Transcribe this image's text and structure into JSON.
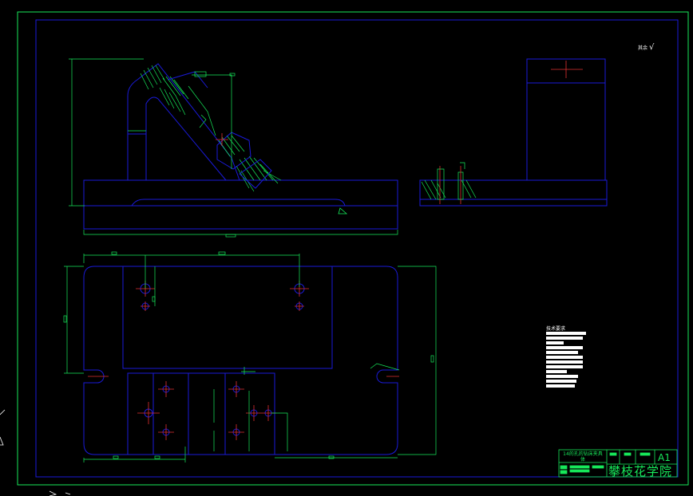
{
  "drawing": {
    "surface_finish_label": "其余",
    "finish_symbol": "√",
    "technical_requirements_heading": "技术要求",
    "title_block": {
      "part_name": "14的孔的钻床夹具体",
      "school": "攀枝花学院",
      "sheet_size": "A1"
    }
  },
  "colors": {
    "background": "#000000",
    "outline": "#1a1ad8",
    "dimension": "#17e85a",
    "centerline": "#e03030",
    "text": "#ffffff"
  }
}
